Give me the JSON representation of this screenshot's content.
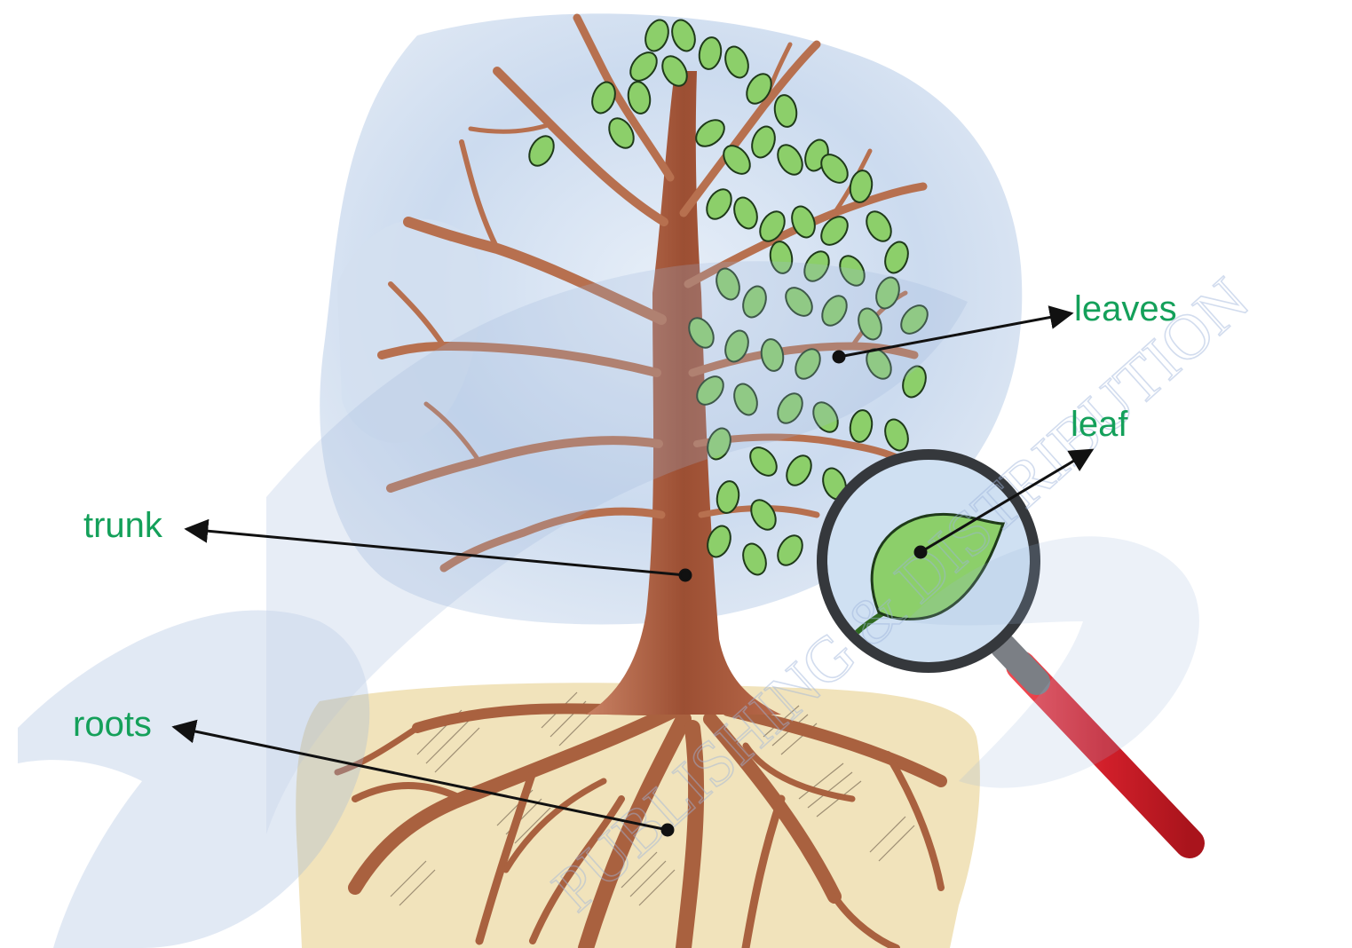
{
  "labels": {
    "leaves": "leaves",
    "leaf": "leaf",
    "trunk": "trunk",
    "roots": "roots"
  },
  "watermark": {
    "arc_text": "PUBLISHING & DISTRIBUTION"
  },
  "colors": {
    "label_green": "#14a05a",
    "arrow": "#111111",
    "sky_wash": "#c8d8ec",
    "ground": "#efe0b4",
    "bark": "#a2573a",
    "leaf_green": "#8ccf6a",
    "magnifier_handle": "#d9262e",
    "watermark_blue": "#9fb6dc"
  }
}
